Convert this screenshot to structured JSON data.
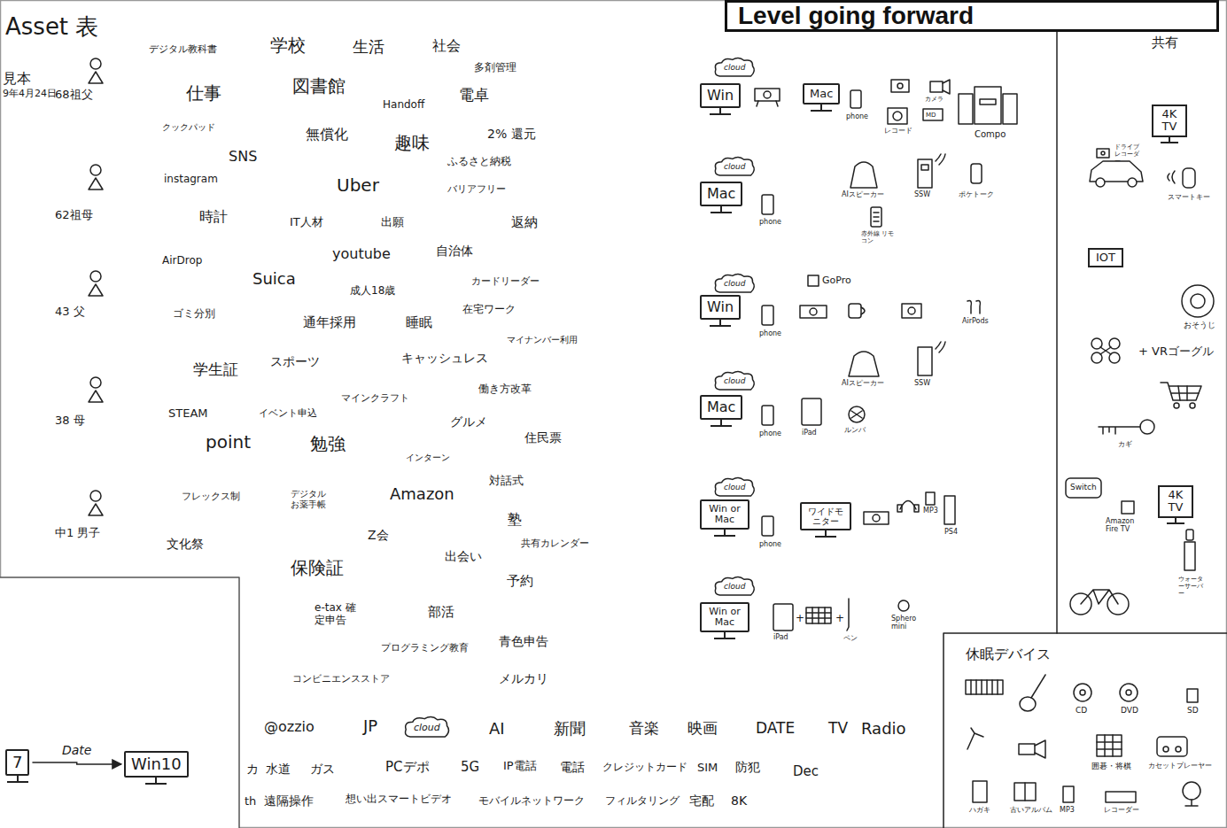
{
  "diagram": {
    "title": "Level going forward",
    "nodes": [
      {
        "text": [
          "cloud"
        ]
      },
      {
        "text": [
          "Win"
        ]
      },
      {
        "text": [
          "Mac"
        ]
      },
      {
        "text": [
          "cloud"
        ]
      },
      {
        "text": [
          "Mac"
        ]
      },
      {
        "text": [
          "cloud"
        ]
      },
      {
        "text": [
          "Win"
        ]
      },
      {
        "text": [
          "cloud"
        ]
      },
      {
        "text": [
          "Mac"
        ]
      },
      {
        "text": [
          "cloud"
        ]
      },
      {
        "text": [
          "Win or Mac"
        ]
      },
      {
        "text": [
          "ワイドモニター"
        ]
      },
      {
        "text": [
          "cloud"
        ]
      },
      {
        "text": [
          "Win or Mac"
        ]
      },
      {
        "text": [
          "4K TV"
        ]
      },
      {
        "text": [
          "IOT"
        ]
      },
      {
        "text": [
          "4K TV"
        ]
      },
      {
        "text": [
          "cloud"
        ]
      },
      {
        "text": [
          "7"
        ]
      },
      {
        "text": [
          "Win10"
        ]
      }
    ],
    "edges": [
      {
        "from": 18,
        "to": 19,
        "label": "Date",
        "arrow": "to"
      }
    ],
    "labels": [
      "Asset 表",
      "見本",
      "9年4月24日",
      "68祖父",
      "62祖母",
      "43 父",
      "38 母",
      "中1 男子",
      "デジタル教科書",
      "学校",
      "生活",
      "社会",
      "多剤管理",
      "仕事",
      "図書館",
      "Handoff",
      "電卓",
      "クックパッド",
      "無償化",
      "趣味",
      "2% 還元",
      "SNS",
      "ふるさと納税",
      "instagram",
      "Uber",
      "バリアフリー",
      "時計",
      "IT人材",
      "出願",
      "返納",
      "AirDrop",
      "youtube",
      "自治体",
      "Suica",
      "成人18歳",
      "カードリーダー",
      "ゴミ分別",
      "通年採用",
      "睡眠",
      "在宅ワーク",
      "マイナンバー利用",
      "学生証",
      "スポーツ",
      "キャッシュレス",
      "マインクラフト",
      "働き方改革",
      "STEAM",
      "イベント申込",
      "グルメ",
      "住民票",
      "point",
      "勉強",
      "インターン",
      "対話式",
      "フレックス制",
      "デジタル お薬手帳",
      "Amazon",
      "塾",
      "文化祭",
      "Z会",
      "共有カレンダー",
      "出会い",
      "保険証",
      "予約",
      "e-tax 確定申告",
      "部活",
      "青色申告",
      "プログラミング教育",
      "コンビニエンスストア",
      "メルカリ",
      "@ozzio",
      "JP",
      "AI",
      "新聞",
      "音楽",
      "映画",
      "DATE",
      "TV",
      "Radio",
      "カ",
      "水道",
      "ガス",
      "PCデポ",
      "5G",
      "IP電話",
      "電話",
      "クレジットカード",
      "SIM",
      "防犯",
      "Dec",
      "th",
      "遠隔操作",
      "想い出スマートビデオ",
      "モバイルネットワーク",
      "フィルタリング",
      "宅配",
      "8K",
      "共有",
      "phone",
      "カメラ",
      "レコード",
      "MD",
      "Compo",
      "phone",
      "AIスピーカー",
      "SSW",
      "ポケトーク",
      "赤外線 リモコン",
      "GoPro",
      "phone",
      "AirPods",
      "AIスピーカー",
      "SSW",
      "phone",
      "iPad",
      "ルンバ",
      "MP3",
      "PS4",
      "phone",
      "iPad",
      "+",
      "+",
      "ペン",
      "Sphero mini",
      "ドライブ レコーダー",
      "スマートキー",
      "おそうじ",
      "+ VRゴーグル",
      "カギ",
      "Switch",
      "Amazon Fire TV",
      "ウォーターサーバー",
      "休眠デバイス",
      "CD",
      "DVD",
      "SD",
      "囲碁・将棋",
      "カセットプレーヤー",
      "ハガキ",
      "古いアルバム",
      "MP3",
      "レコーダー"
    ]
  }
}
